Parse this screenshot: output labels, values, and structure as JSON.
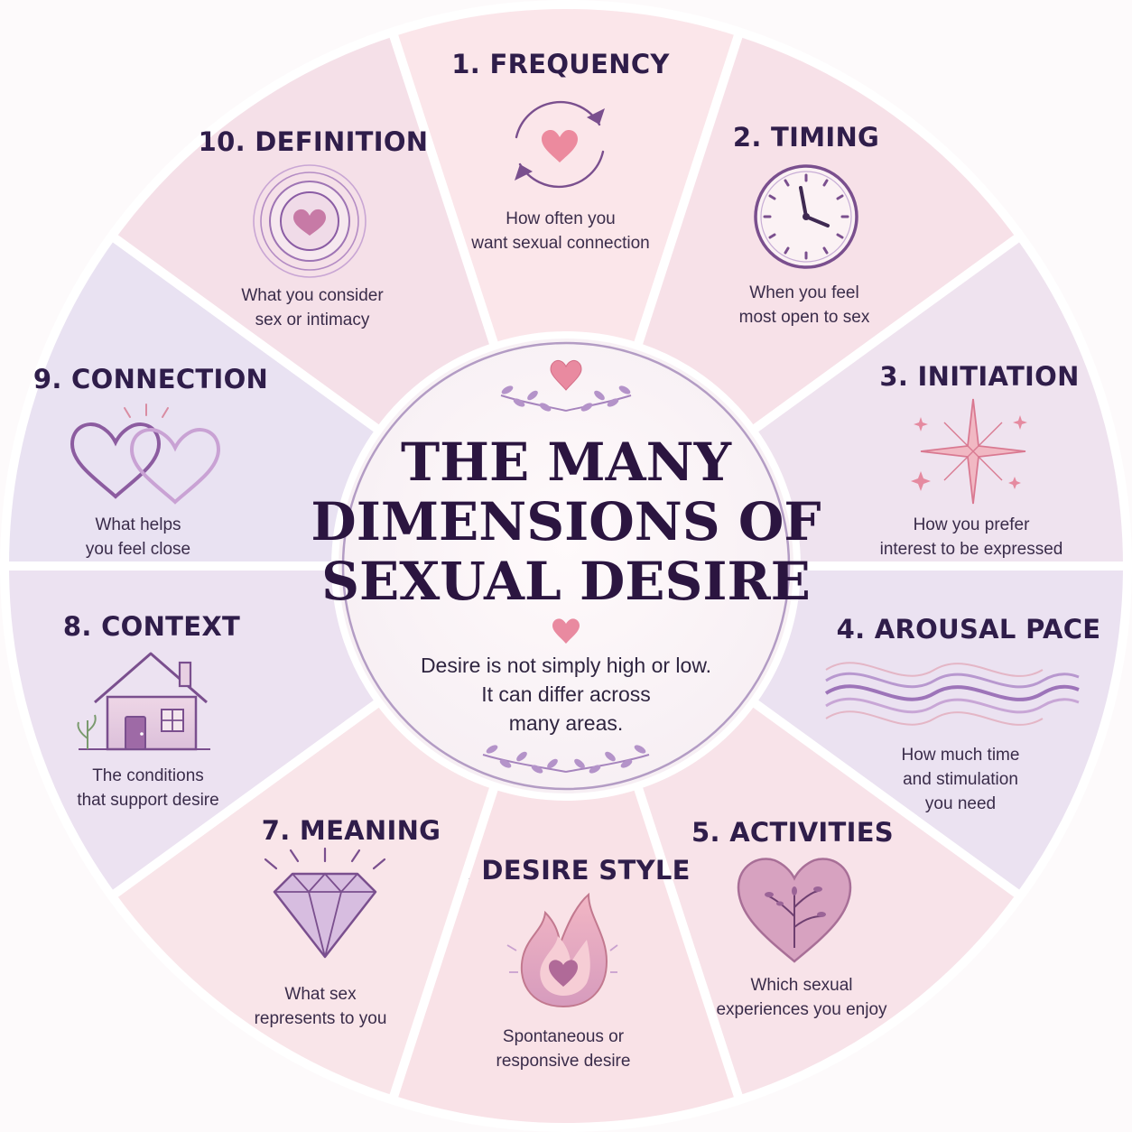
{
  "center": {
    "title_lines": [
      "THE MANY",
      "DIMENSIONS OF",
      "SEXUAL DESIRE"
    ],
    "subtitle_lines": [
      "Desire is not simply high or low.",
      "It can differ across",
      "many areas."
    ]
  },
  "segments": [
    {
      "title": "1. FREQUENCY",
      "desc": [
        "How often you",
        "want sexual connection"
      ],
      "icon": "cycle-heart-icon",
      "fill": "#fbe6ea"
    },
    {
      "title": "2. TIMING",
      "desc": [
        "When you feel",
        "most open to sex"
      ],
      "icon": "clock-icon",
      "fill": "#f7e1e8"
    },
    {
      "title": "3. INITIATION",
      "desc": [
        "How you prefer",
        "interest to be expressed"
      ],
      "icon": "sparkle-icon",
      "fill": "#efe3ef"
    },
    {
      "title": "4. AROUSAL PACE",
      "desc": [
        "How much time",
        "and stimulation",
        "you need"
      ],
      "icon": "waves-icon",
      "fill": "#ebe2f1"
    },
    {
      "title": "5. ACTIVITIES",
      "desc": [
        "Which sexual",
        "experiences you enjoy"
      ],
      "icon": "floral-heart-icon",
      "fill": "#f8e3e9"
    },
    {
      "title": "6. DESIRE STYLE",
      "desc": [
        "Spontaneous or",
        "responsive desire"
      ],
      "icon": "flame-heart-icon",
      "fill": "#f9e2e7"
    },
    {
      "title": "7. MEANING",
      "desc": [
        "What sex",
        "represents to you"
      ],
      "icon": "diamond-icon",
      "fill": "#f9e5e9"
    },
    {
      "title": "8. CONTEXT",
      "desc": [
        "The conditions",
        "that support desire"
      ],
      "icon": "house-icon",
      "fill": "#ece2f1"
    },
    {
      "title": "9. CONNECTION",
      "desc": [
        "What helps",
        "you feel close"
      ],
      "icon": "linked-hearts-icon",
      "fill": "#e9e2f2"
    },
    {
      "title": "10. DEFINITION",
      "desc": [
        "What you consider",
        "sex or intimacy"
      ],
      "icon": "target-heart-icon",
      "fill": "#f5e0e8"
    }
  ],
  "colors": {
    "border": "#ffffff",
    "center_fill": "#fbf5f6",
    "center_ring": "#b39cc4",
    "title_text": "#2f1d4a",
    "accent_pink": "#e7839a",
    "accent_purple": "#7a4f8e"
  }
}
